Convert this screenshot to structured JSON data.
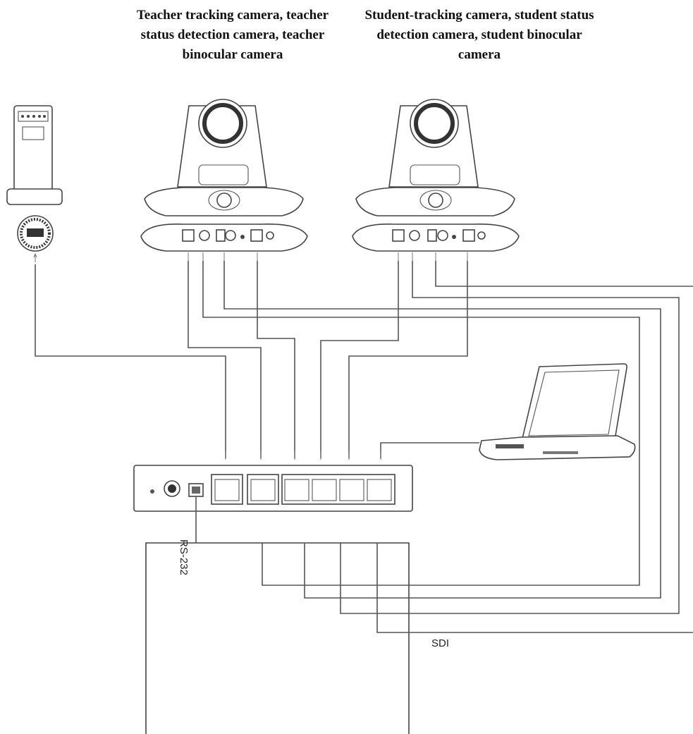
{
  "labels": {
    "teacher_cameras": "Teacher tracking camera, teacher status detection camera, teacher binocular camera",
    "student_cameras": "Student-tracking camera, student status detection camera, student binocular camera",
    "rs232": "RS-232",
    "sdi": "SDI"
  },
  "colors": {
    "line": "#555555",
    "device_outline": "#444444",
    "text": "#111111"
  }
}
